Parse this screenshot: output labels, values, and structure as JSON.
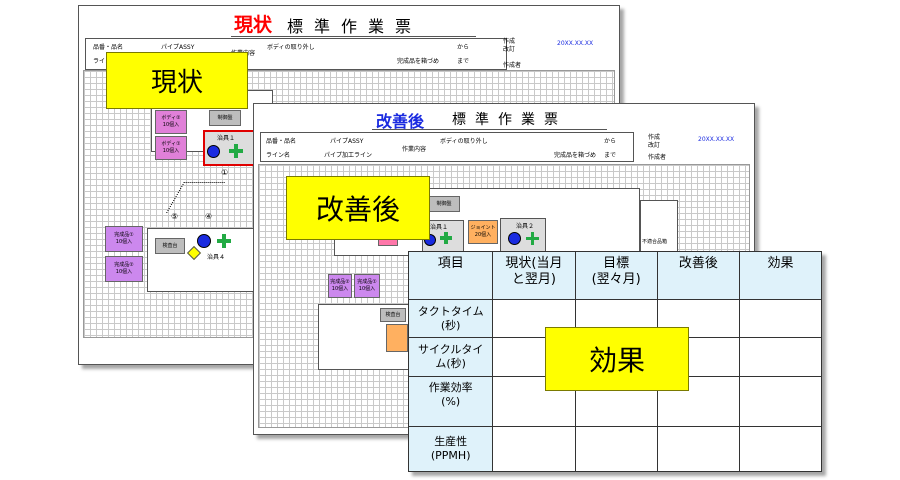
{
  "sheet_current": {
    "title_highlight": "現状",
    "title_rest": "標準作業票",
    "product_label": "品番・品名",
    "product_value": "パイプASSY",
    "line_label": "ライン名",
    "work_label": "作業内容",
    "work_value": "ボディの取り外し",
    "from_label": "から",
    "to_value": "完成品を箱づめ",
    "to_label": "まで",
    "created_label": "作成",
    "revised_label": "改訂",
    "date_value": "20XX.XX.XX",
    "author_label": "作成者",
    "body2": "ボディ②\n10個入",
    "body1": "ボディ①\n10個入",
    "control_panel": "制御盤",
    "jig1": "治具１",
    "step1": "①",
    "step4": "④",
    "step5": "⑤",
    "finished1": "完成品①\n10個入",
    "finished2": "完成品②\n10個入",
    "inspection": "検査台",
    "jig4": "治具４"
  },
  "sheet_after": {
    "title_highlight": "改善後",
    "title_rest": "標準作業票",
    "product_label": "品番・品名",
    "product_value": "パイプASSY",
    "line_label": "ライン名",
    "line_value": "パイプ加工ライン",
    "work_label": "作業内容",
    "work_value": "ボディの取り外し",
    "from_label": "から",
    "to_value": "完成品を箱づめ",
    "to_label": "まで",
    "created_label": "作成",
    "revised_label": "改訂",
    "date_value": "20XX.XX.XX",
    "author_label": "作成者",
    "control_panel": "制御盤",
    "jig1": "治具１",
    "joint": "ジョイント\n20個入",
    "jig2": "治具２",
    "defect_box": "不適合品箱",
    "finished2": "完成品②\n10個入",
    "finished1": "完成品①\n10個入",
    "inspection": "検査台"
  },
  "labels": {
    "current": "現状",
    "after": "改善後",
    "effect": "効果"
  },
  "effect_table": {
    "headers": [
      "項目",
      "現状(当月\nと翌月)",
      "目標\n(翌々月)",
      "改善後",
      "効果"
    ],
    "rows": [
      {
        "item": "タクトタイム\n(秒)"
      },
      {
        "item": "サイクルタイ\nム(秒)"
      },
      {
        "item": "作業効率\n(%)"
      },
      {
        "item": "生産性\n(PPMH)"
      }
    ]
  },
  "colors": {
    "title_red": "#ff0000",
    "title_blue": "#1a2be0",
    "highlight_yellow": "#ffff00",
    "header_blue": "#dff2fa"
  }
}
